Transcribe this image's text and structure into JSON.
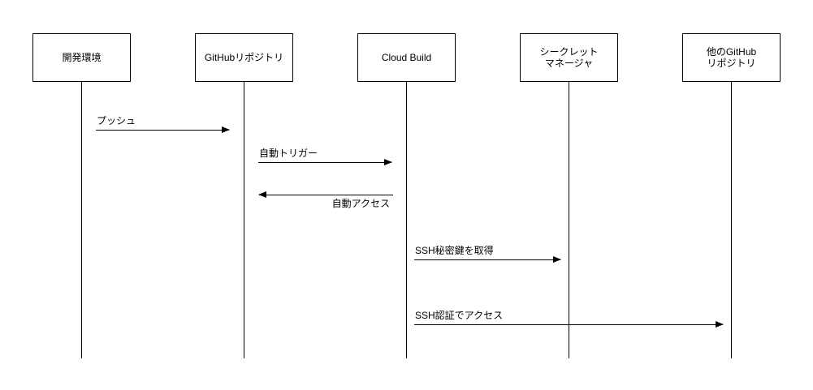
{
  "actors": [
    {
      "id": "dev-env",
      "label": "開発環境"
    },
    {
      "id": "github-repo",
      "label": "GitHubリポジトリ"
    },
    {
      "id": "cloud-build",
      "label": "Cloud Build"
    },
    {
      "id": "secret-manager",
      "label": "シークレット\nマネージャ"
    },
    {
      "id": "other-github-repo",
      "label": "他のGitHub\nリポジトリ"
    }
  ],
  "messages": [
    {
      "label": "プッシュ",
      "from": "開発環境",
      "to": "GitHubリポジトリ",
      "direction": "right"
    },
    {
      "label": "自動トリガー",
      "from": "GitHubリポジトリ",
      "to": "Cloud Build",
      "direction": "right"
    },
    {
      "label": "自動アクセス",
      "from": "Cloud Build",
      "to": "GitHubリポジトリ",
      "direction": "left"
    },
    {
      "label": "SSH秘密鍵を取得",
      "from": "Cloud Build",
      "to": "シークレットマネージャ",
      "direction": "right"
    },
    {
      "label": "SSH認証でアクセス",
      "from": "Cloud Build",
      "to": "他のGitHubリポジトリ",
      "direction": "right"
    }
  ],
  "colors": {
    "stroke": "#000000",
    "text": "#000000",
    "background": "#ffffff"
  }
}
